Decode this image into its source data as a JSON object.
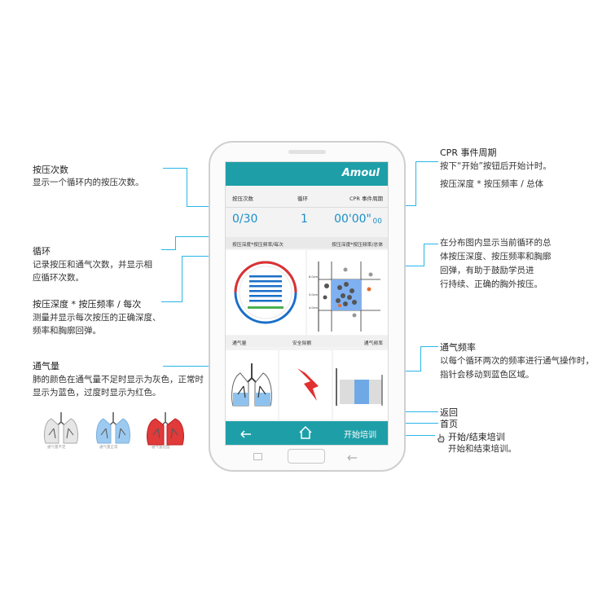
{
  "annotations": {
    "press_count": {
      "title": "按压次数",
      "desc": "显示一个循环内的按压次数。"
    },
    "cycle": {
      "title": "循环",
      "desc_lines": [
        "记录按压和通气次数，并显示相",
        "应循环次数。"
      ]
    },
    "depth_rate": {
      "title": "按压深度 * 按压频率 / 每次",
      "desc_lines": [
        "测量并显示每次按压的正确深度、",
        "频率和胸廓回弹。"
      ]
    },
    "volume": {
      "title": "通气量",
      "desc_lines": [
        "肺的颜色在通气量不足时显示为灰色，正常时",
        "显示为蓝色，过度时显示为红色。"
      ]
    },
    "lung_captions": [
      "通气量不足",
      "通气量正常",
      "通气量过度"
    ],
    "cpr_cycle": {
      "title": "CPR 事件周期",
      "desc": "按下“开始”按钮后开始计时。"
    },
    "depth_rate_total": {
      "title": "按压深度 * 按压频率 / 总体"
    },
    "distribution": {
      "desc_lines": [
        "在分布图内显示当前循环的总",
        "体按压深度、按压频率和胸廓",
        "回弹，有助于鼓励学员进",
        "行持续、正确的胸外按压。"
      ]
    },
    "vent_rate": {
      "title": "通气频率",
      "desc_lines": [
        "以每个循环两次的频率进行通气操作时，",
        "指针会移动到蓝色区域。"
      ]
    },
    "back": "返回",
    "home": "首页",
    "start_stop": {
      "title": "开始/结束培训",
      "desc": "开始和结束培训。"
    }
  },
  "screen": {
    "brand": "Amoul",
    "headers": {
      "press": "按压次数",
      "cycle": "循环",
      "cpr": "CPR 事件周期"
    },
    "values": {
      "press": "0/30",
      "cycle": "1",
      "time": "00'00\"",
      "time_small": "00"
    },
    "section1": {
      "left": "按压深度*按压频率/每次",
      "right": "按压深度*按压频率/总体"
    },
    "section2": {
      "left": "通气量",
      "mid": "安全除颤",
      "right": "通气频率"
    },
    "scatter_ticks": [
      "6.0cm",
      "5.0cm",
      "4.0cm"
    ],
    "start_button": "开始培训"
  },
  "colors": {
    "accent": "#29b6e8",
    "teal": "#1e9fa8",
    "red": "#e03030",
    "blue": "#1a6fc8",
    "green": "#4caf50"
  }
}
